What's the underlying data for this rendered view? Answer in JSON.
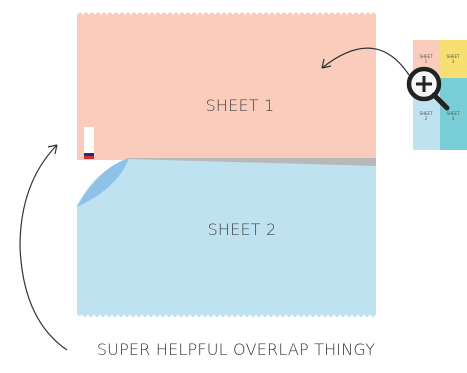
{
  "diagram": {
    "sheet1_label": "SHEET 1",
    "sheet2_label": "SHEET 2",
    "caption": "SUPER HELPFUL OVERLAP THINGY",
    "mini_labels": {
      "tl_line1": "SHEET",
      "tl_line2": "1",
      "tr_line1": "SHEET",
      "tr_line2": "3",
      "bl_line1": "SHEET",
      "bl_line2": "2",
      "br_line1": "SHEET",
      "br_line2": "4"
    }
  },
  "colors": {
    "sheet1": "#f9ccbb",
    "sheet2": "#bfe2f1",
    "sheet3": "#f8df72",
    "sheet4": "#79cdd6",
    "overlap_band": "#b8b8b8",
    "curl": "#8fc2e8",
    "magnifier": "#222222",
    "text": "#444444"
  },
  "icons": {
    "magnifier": "zoom-in-magnifier-icon",
    "crop_mark": "registration-mark-icon"
  }
}
